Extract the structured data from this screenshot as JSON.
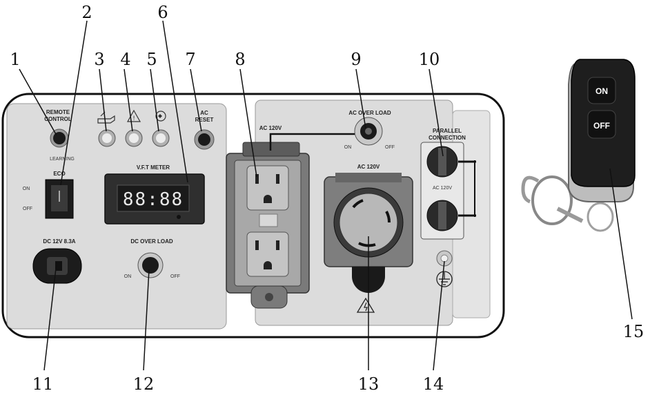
{
  "panel": {
    "remote_control": [
      "REMOTE",
      "CONTROL"
    ],
    "learning": "LEARNING",
    "eco": "ECO",
    "eco_on": "ON",
    "eco_off": "OFF",
    "ac_reset": [
      "AC",
      "RESET"
    ],
    "vft_meter": "V.F.T METER",
    "meter_display": "88:88",
    "ac_120v_top": "AC 120V",
    "ac_over_load": "AC OVER LOAD",
    "ac_ol_on": "ON",
    "ac_ol_off": "OFF",
    "parallel_connection": [
      "PARALLEL",
      "CONNECTION"
    ],
    "parallel_ac_120v": "AC 120V",
    "ac_120v_twistlock": "AC 120V",
    "dc_rating": "DC 12V 8.3A",
    "dc_over_load": "DC OVER LOAD",
    "dc_ol_on": "ON",
    "dc_ol_off": "OFF"
  },
  "remote": {
    "on_label": "ON",
    "off_label": "OFF"
  },
  "callouts": [
    "1",
    "2",
    "3",
    "4",
    "5",
    "6",
    "7",
    "8",
    "9",
    "10",
    "11",
    "12",
    "13",
    "14",
    "15"
  ],
  "icons": {
    "oil_warning": "oil-can-icon",
    "overload_warning": "warning-triangle-icon",
    "output_indicator": "output-icon",
    "ground": "ground-symbol-icon",
    "electrical_hazard": "electrical-hazard-icon"
  },
  "colors": {
    "panel_face": "#dcdcdc",
    "panel_outline": "#111111",
    "socket_body": "#8a8a8a",
    "remote_body": "#1e1e1e",
    "meter_face": "#2a2a2a"
  }
}
